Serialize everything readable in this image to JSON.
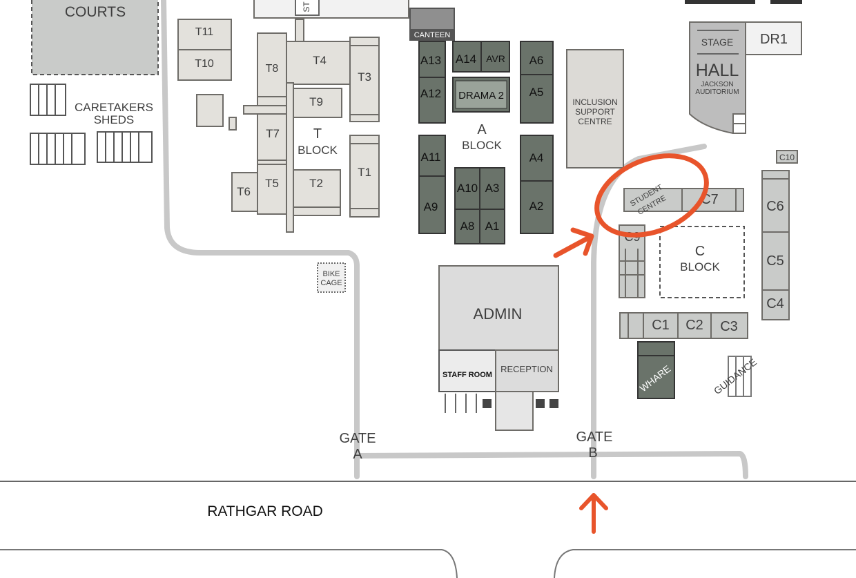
{
  "map": {
    "areas": {
      "courts": "COURTS",
      "caretakers_line1": "CARETAKERS",
      "caretakers_line2": "SHEDS",
      "t_block_line1": "T",
      "t_block_line2": "BLOCK",
      "a_block_line1": "A",
      "a_block_line2": "BLOCK",
      "c_block_line1": "C",
      "c_block_line2": "BLOCK",
      "st_partial": "ST"
    },
    "rooms": {
      "T1": "T1",
      "T2": "T2",
      "T3": "T3",
      "T4": "T4",
      "T5": "T5",
      "T6": "T6",
      "T7": "T7",
      "T8": "T8",
      "T9": "T9",
      "T10": "T10",
      "T11": "T11",
      "A1": "A1",
      "A2": "A2",
      "A3": "A3",
      "A4": "A4",
      "A5": "A5",
      "A6": "A6",
      "A8": "A8",
      "A9": "A9",
      "A10": "A10",
      "A11": "A11",
      "A12": "A12",
      "A13": "A13",
      "A14": "A14",
      "AVR": "AVR",
      "DRAMA2": "DRAMA 2",
      "C1": "C1",
      "C2": "C2",
      "C3": "C3",
      "C4": "C4",
      "C5": "C5",
      "C6": "C6",
      "C7": "C7",
      "C9": "C9",
      "C10": "C10",
      "DR1": "DR1"
    },
    "buildings": {
      "canteen": "CANTEEN",
      "inclusion_line1": "INCLUSION",
      "inclusion_line2": "SUPPORT",
      "inclusion_line3": "CENTRE",
      "stage": "STAGE",
      "hall": "HALL",
      "jackson_line1": "JACKSON",
      "jackson_line2": "AUDITORIUM",
      "student_line1": "STUDENT",
      "student_line2": "CENTRE",
      "admin": "ADMIN",
      "staff_room": "STAFF ROOM",
      "reception": "RECEPTION",
      "whare": "WHARE",
      "guidance": "GUIDANCE",
      "bike_line1": "BIKE",
      "bike_line2": "CAGE"
    },
    "gates": {
      "gate_a_line1": "GATE",
      "gate_a_line2": "A",
      "gate_b_line1": "GATE",
      "gate_b_line2": "B"
    },
    "road": "RATHGAR ROAD",
    "annotation_color": "#e8542b",
    "dark_block_color": "#6a736a",
    "light_block_color": "#e3e1dc"
  }
}
